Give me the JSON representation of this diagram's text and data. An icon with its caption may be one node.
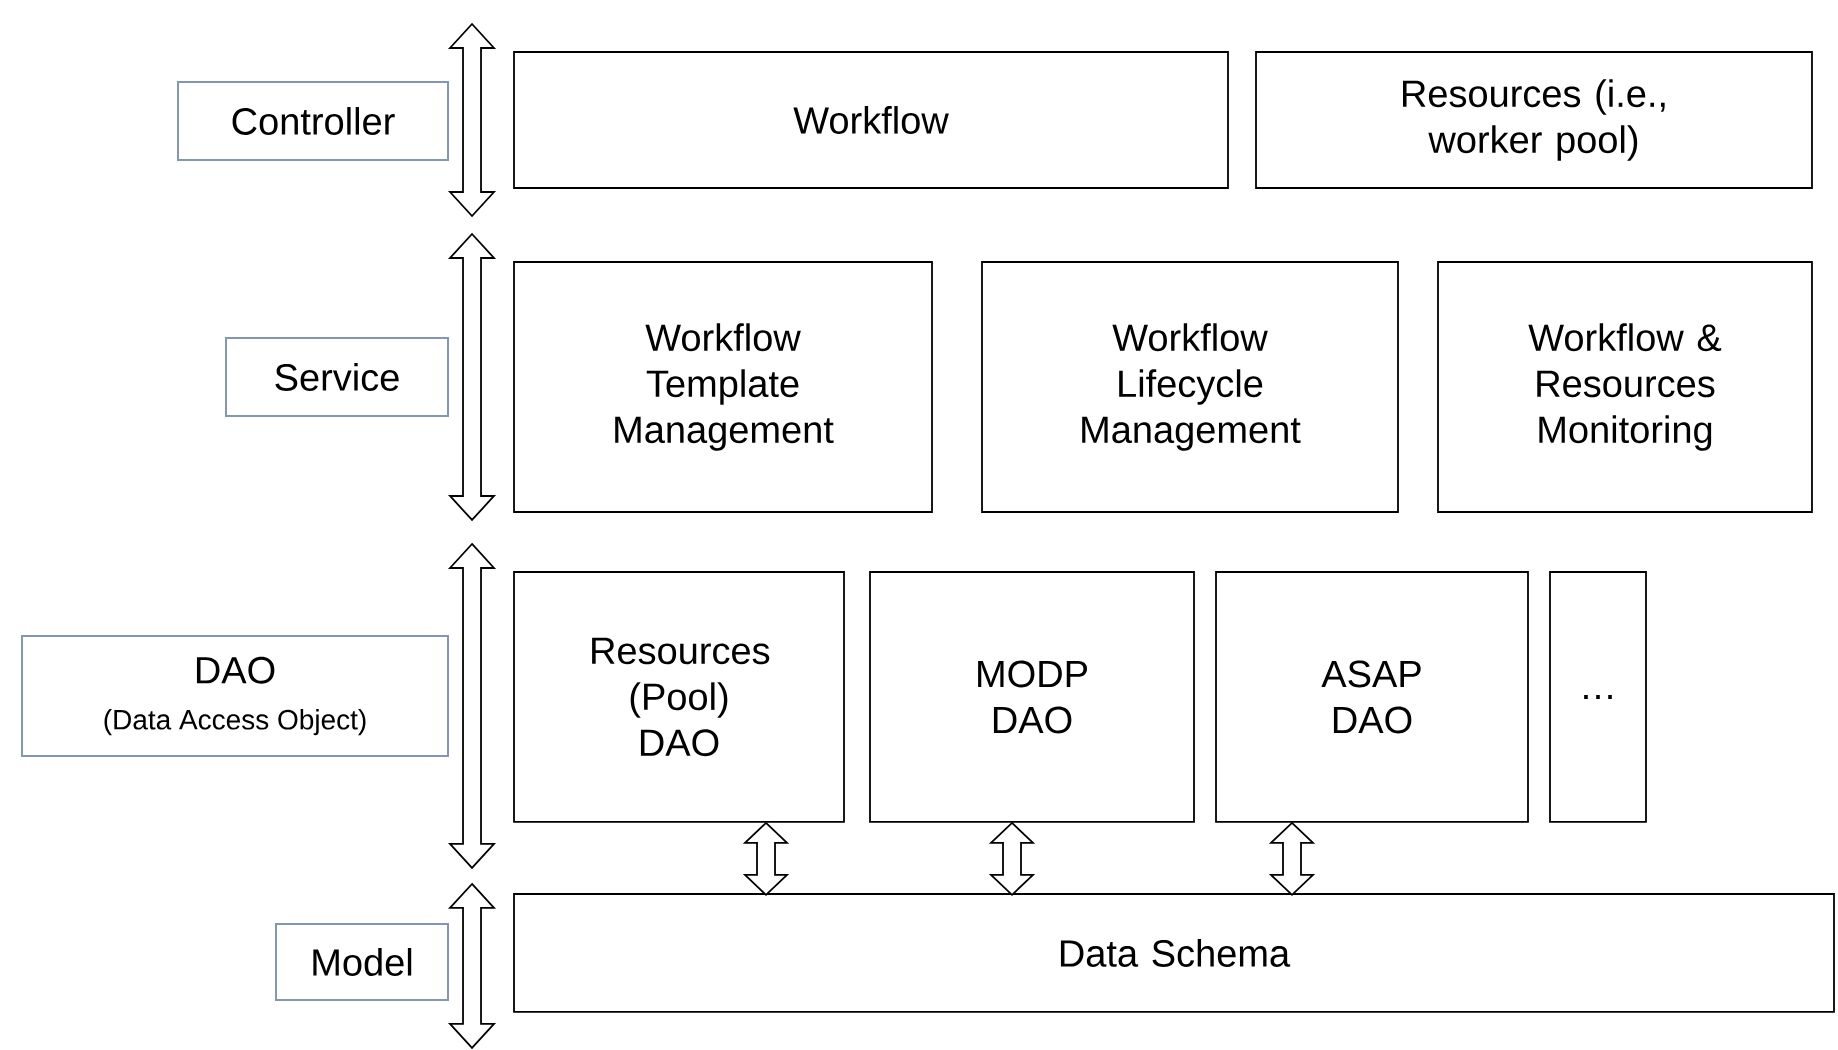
{
  "diagram": {
    "nodes": [
      {
        "text": [
          "Controller"
        ]
      },
      {
        "text": [
          "Workflow"
        ]
      },
      {
        "text": [
          "Resources (i.e., worker pool)"
        ]
      },
      {
        "text": [
          "Service"
        ]
      },
      {
        "text": [
          "Workflow Template Management"
        ]
      },
      {
        "text": [
          "Workflow Lifecycle Management"
        ]
      },
      {
        "text": [
          "Workflow & Resources Monitoring"
        ]
      },
      {
        "text": [
          "DAO",
          "(Data Access Object)"
        ]
      },
      {
        "text": [
          "Resources (Pool) DAO"
        ]
      },
      {
        "text": [
          "MODP DAO"
        ]
      },
      {
        "text": [
          "ASAP DAO"
        ]
      },
      {
        "text": [
          "…"
        ]
      },
      {
        "text": [
          "Model"
        ]
      },
      {
        "text": [
          "Data Schema"
        ]
      }
    ],
    "edges": [
      {
        "from": 8,
        "to": 13,
        "arrow": "both"
      },
      {
        "from": 9,
        "to": 13,
        "arrow": "both"
      },
      {
        "from": 10,
        "to": 13,
        "arrow": "both"
      }
    ]
  }
}
